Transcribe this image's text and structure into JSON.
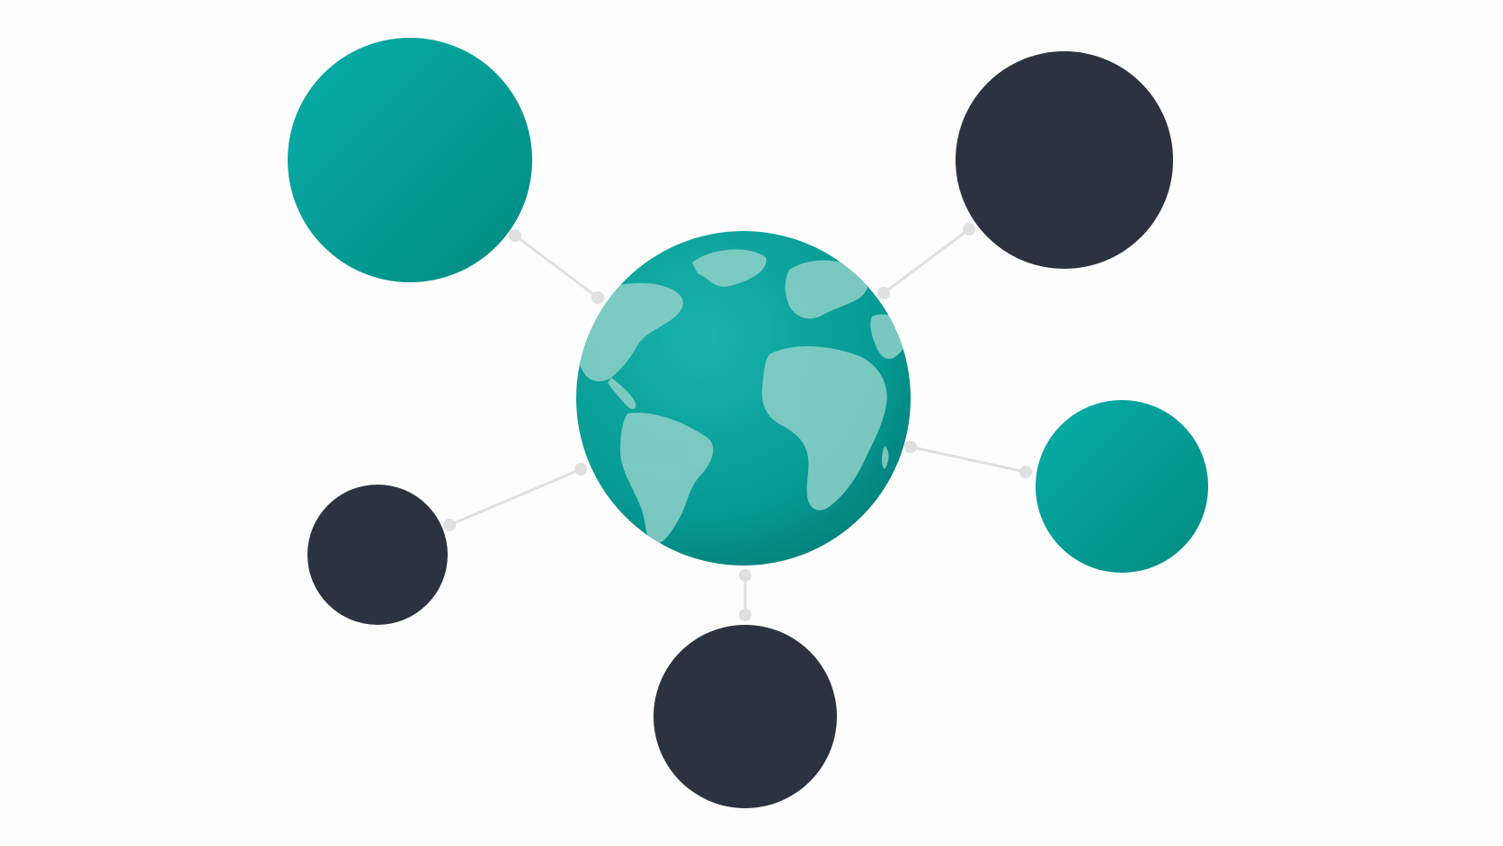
{
  "diagram": {
    "colors": {
      "background": "#fdfdfd",
      "teal_light": "#0aaeaa",
      "teal_dark": "#008a80",
      "navy": "#2c3340",
      "connector": "#e0e0e0",
      "land": "#8fd0c8"
    },
    "hub": {
      "icon": "globe-icon"
    },
    "nodes": [
      {
        "id": "top-left",
        "fill": "teal"
      },
      {
        "id": "top-right",
        "fill": "navy"
      },
      {
        "id": "right",
        "fill": "teal"
      },
      {
        "id": "bottom",
        "fill": "navy"
      },
      {
        "id": "left",
        "fill": "navy"
      }
    ]
  }
}
